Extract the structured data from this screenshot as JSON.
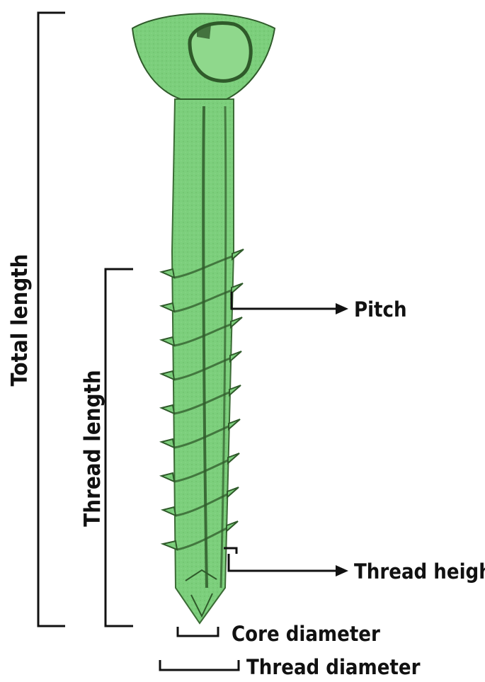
{
  "diagram": {
    "labels": {
      "total_length": "Total length",
      "thread_length": "Thread length",
      "pitch": "Pitch",
      "thread_height": "Thread height",
      "core_diameter": "Core diameter",
      "thread_diameter": "Thread diameter"
    },
    "colors": {
      "screw_fill": "#7ccf7c",
      "screw_shadow": "#2f5a2a",
      "line": "#111111",
      "background": "#ffffff"
    }
  }
}
